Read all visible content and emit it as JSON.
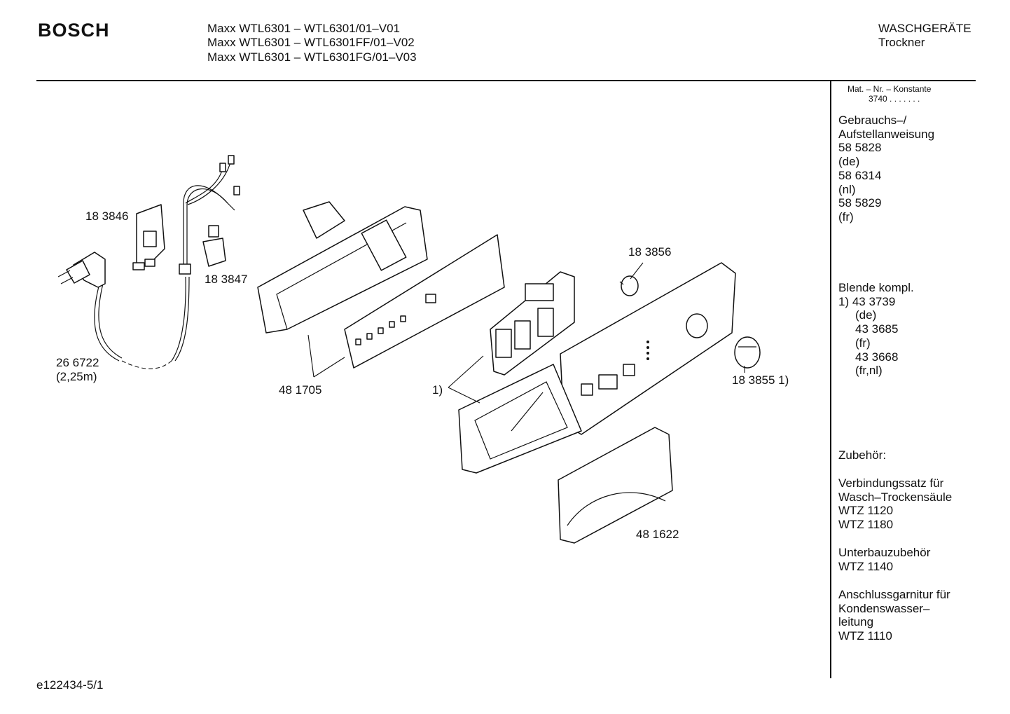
{
  "header": {
    "brand": "BOSCH",
    "models": [
      "Maxx WTL6301 – WTL6301/01–V01",
      "Maxx WTL6301 – WTL6301FF/01–V02",
      "Maxx WTL6301 – WTL6301FG/01–V03"
    ],
    "category": "WASCHGERÄTE",
    "subcategory": "Trockner"
  },
  "sidebar": {
    "mat_label": "Mat. – Nr. – Konstante",
    "mat_value": "3740  .  .  .  .  .  .  .",
    "manual": {
      "lines": [
        "Gebrauchs–/",
        "Aufstellanweisung",
        "58 5828",
        "(de)",
        "58 6314",
        "(nl)",
        "58 5829",
        "(fr)"
      ]
    },
    "blende": {
      "title": "Blende kompl.",
      "first": "1) 43 3739",
      "items": [
        "(de)",
        "43 3685",
        "(fr)",
        "43 3668",
        "(fr,nl)"
      ]
    },
    "zubehoer": {
      "title": "Zubehör:",
      "group1": [
        "Verbindungssatz für",
        "Wasch–Trockensäule",
        "WTZ 1120",
        "WTZ 1180"
      ],
      "group2": [
        "Unterbauzubehör",
        "WTZ 1140"
      ],
      "group3": [
        "Anschlussgarnitur für",
        "Kondenswasser–",
        "leitung",
        "WTZ 1110"
      ]
    }
  },
  "labels": {
    "p183846": "18 3846",
    "p183847": "18 3847",
    "p266722": "26 6722",
    "p266722_len": "(2,25m)",
    "p481705": "48 1705",
    "p1": "1)",
    "p183856": "18 3856",
    "p183855": "18 3855 1)",
    "p481622": "48 1622"
  },
  "footer": {
    "doc_id": "e122434-5/1"
  }
}
